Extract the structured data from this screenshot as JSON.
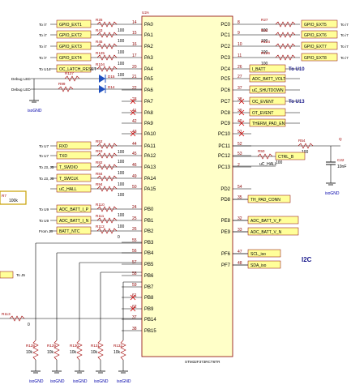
{
  "chip": {
    "ref": "U2A",
    "part": "STM32F373RCT6TR"
  },
  "left_pins": [
    {
      "pin": "PA0",
      "num": "14"
    },
    {
      "pin": "PA1",
      "num": "15"
    },
    {
      "pin": "PA2",
      "num": "16"
    },
    {
      "pin": "PA3",
      "num": "17"
    },
    {
      "pin": "PA4",
      "num": "20"
    },
    {
      "pin": "PA5",
      "num": "21"
    },
    {
      "pin": "PA6",
      "num": "22"
    },
    {
      "pin": "PA7",
      "num": "23"
    },
    {
      "pin": "PA8",
      "num": "41"
    },
    {
      "pin": "PA9",
      "num": "42"
    },
    {
      "pin": "PA10",
      "num": "43"
    },
    {
      "pin": "PA11",
      "num": "44"
    },
    {
      "pin": "PA12",
      "num": "45"
    },
    {
      "pin": "PA13",
      "num": "46"
    },
    {
      "pin": "PA14",
      "num": "49"
    },
    {
      "pin": "PA15",
      "num": "50"
    },
    {
      "pin": "PB0",
      "num": "24"
    },
    {
      "pin": "PB1",
      "num": "25"
    },
    {
      "pin": "PB2",
      "num": "26"
    },
    {
      "pin": "PB3",
      "num": "55"
    },
    {
      "pin": "PB4",
      "num": "56"
    },
    {
      "pin": "PB5",
      "num": "57"
    },
    {
      "pin": "PB6",
      "num": "58"
    },
    {
      "pin": "PB7",
      "num": "59"
    },
    {
      "pin": "PB8",
      "num": "61"
    },
    {
      "pin": "PB9",
      "num": "62"
    },
    {
      "pin": "PB14",
      "num": "37"
    },
    {
      "pin": "PB15",
      "num": "38"
    }
  ],
  "right_pins": [
    {
      "pin": "PC0",
      "num": "8"
    },
    {
      "pin": "PC1",
      "num": "9"
    },
    {
      "pin": "PC2",
      "num": "10"
    },
    {
      "pin": "PC3",
      "num": "11"
    },
    {
      "pin": "PC4",
      "num": "26"
    },
    {
      "pin": "PC5",
      "num": "27"
    },
    {
      "pin": "PC6",
      "num": "37"
    },
    {
      "pin": "PC7",
      "num": "38"
    },
    {
      "pin": "PC8",
      "num": "39"
    },
    {
      "pin": "PC9",
      "num": "40"
    },
    {
      "pin": "PC10",
      "num": "51"
    },
    {
      "pin": "PC11",
      "num": "52"
    },
    {
      "pin": "PC12",
      "num": "53"
    },
    {
      "pin": "PC13",
      "num": "2"
    },
    {
      "pin": "PD2",
      "num": "54"
    },
    {
      "pin": "PD8",
      "num": "35"
    },
    {
      "pin": "PE8",
      "num": "32"
    },
    {
      "pin": "PE9",
      "num": "33"
    },
    {
      "pin": "PF6",
      "num": "47"
    },
    {
      "pin": "PF7",
      "num": "48"
    }
  ],
  "left_nets": [
    {
      "dest": "To i7",
      "label": "GPIO_EXT1",
      "res": "R25",
      "val": "100"
    },
    {
      "dest": "To i7",
      "label": "GPIO_EXT2",
      "res": "R43",
      "val": "100"
    },
    {
      "dest": "To i7",
      "label": "GPIO_EXT3",
      "res": "R45",
      "val": "100"
    },
    {
      "dest": "To i7",
      "label": "GPIO_EXT4",
      "res": "R125",
      "val": "100"
    },
    {
      "dest": "To U14",
      "label": "OC_LATCH_RESET",
      "res": "R104",
      "val": "100"
    },
    {
      "dest": "",
      "label": "",
      "res": "R127",
      "val": "100"
    },
    {
      "dest": "",
      "label": "",
      "res": "R99",
      "val": "150"
    },
    {
      "dest": "To U7",
      "label": "RXD",
      "res": "R52",
      "val": "100"
    },
    {
      "dest": "To U7",
      "label": "TXD",
      "res": "R53",
      "val": "100"
    },
    {
      "dest": "To J3, J5",
      "label": "T_SWDIO",
      "res": "R82",
      "val": "100"
    },
    {
      "dest": "To J3, J5",
      "label": "T_SWCLK",
      "res": "R84",
      "val": "100"
    },
    {
      "dest": "",
      "label": "uC_HALL",
      "res": "R94",
      "val": "100"
    },
    {
      "dest": "To U9",
      "label": "ADC_BATT_I_P",
      "res": "R110",
      "val": "100"
    },
    {
      "dest": "To U9",
      "label": "ADC_BATT_I_N",
      "res": "R111",
      "val": "100"
    },
    {
      "dest": "From J8",
      "label": "BATT_NTC",
      "res": "R112",
      "val": "0"
    }
  ],
  "debug": {
    "led1": "Debug LED",
    "led2": "Debug LED",
    "res1": "R127",
    "res2": "R99",
    "d1": "D15",
    "d2": "D14",
    "gnd": "isoGND"
  },
  "right_nets": [
    {
      "res": "R27",
      "val": "100",
      "label": "GPIO_EXT5",
      "note": "To i7"
    },
    {
      "res": "R44",
      "val": "100",
      "label": "GPIO_EXT6",
      "note": "To i7"
    },
    {
      "res": "R124",
      "val": "100",
      "label": "GPIO_EXT7",
      "note": "To i7"
    },
    {
      "res": "R126",
      "val": "100",
      "label": "GPIO_EXT8",
      "note": "To i7"
    },
    {
      "res": "",
      "val": "",
      "label": "I_BATT",
      "note": "To U10"
    },
    {
      "res": "",
      "val": "",
      "label": "ADC_BATT_VOLT",
      "note": ""
    },
    {
      "res": "",
      "val": "",
      "label": "uC_SHUTDOWN",
      "note": ""
    },
    {
      "res": "",
      "val": "",
      "label": "OC_EVENT",
      "note": "To U13"
    },
    {
      "res": "",
      "val": "",
      "label": "OT_EVENT",
      "note": ""
    },
    {
      "res": "",
      "val": "",
      "label": "THERM_PAD_EN",
      "note": ""
    }
  ],
  "right_extra": {
    "r54": "R54",
    "r54v": "100",
    "r50": "R50",
    "r50v": "100",
    "ctrl": "CTRL_B",
    "hall": "uC_HALL",
    "c22": "C22",
    "c22v": "10nF",
    "q": "Q",
    "gnd": "isoGND",
    "th": "TH_PAD_CONN",
    "vp": "ADC_BATT_V_P",
    "vn": "ADC_BATT_V_N",
    "scl": "SCL_iso",
    "sda": "SDA_iso",
    "i2c": "I2C",
    "r7": "R7",
    "r7v": "100k"
  },
  "bottom": {
    "rtop": "R113",
    "rtopv": "0",
    "jlabel": "To J5",
    "resistors": [
      {
        "ref": "R128",
        "val": "10k"
      },
      {
        "ref": "R129",
        "val": "10k"
      },
      {
        "ref": "R130",
        "val": "10k"
      },
      {
        "ref": "R131",
        "val": "10k"
      },
      {
        "ref": "R132",
        "val": "10k"
      }
    ],
    "gnd": "isoGND"
  }
}
